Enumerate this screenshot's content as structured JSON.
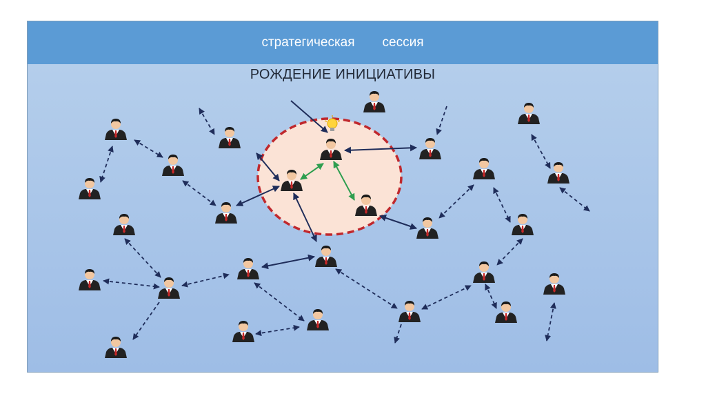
{
  "banner": {
    "word1": "стратегическая",
    "word2": "сессия"
  },
  "subtitle": "РОЖДЕНИЕ ИНИЦИАТИВЫ",
  "icons": {
    "person": "businessman-icon",
    "idea": "lightbulb-icon"
  },
  "colors": {
    "banner": "#5b9bd5",
    "circle_fill": "#fbe3d6",
    "circle_border": "#c0282d",
    "arrow": "#1f2d5a",
    "green_arrow": "#2e9e4f"
  }
}
